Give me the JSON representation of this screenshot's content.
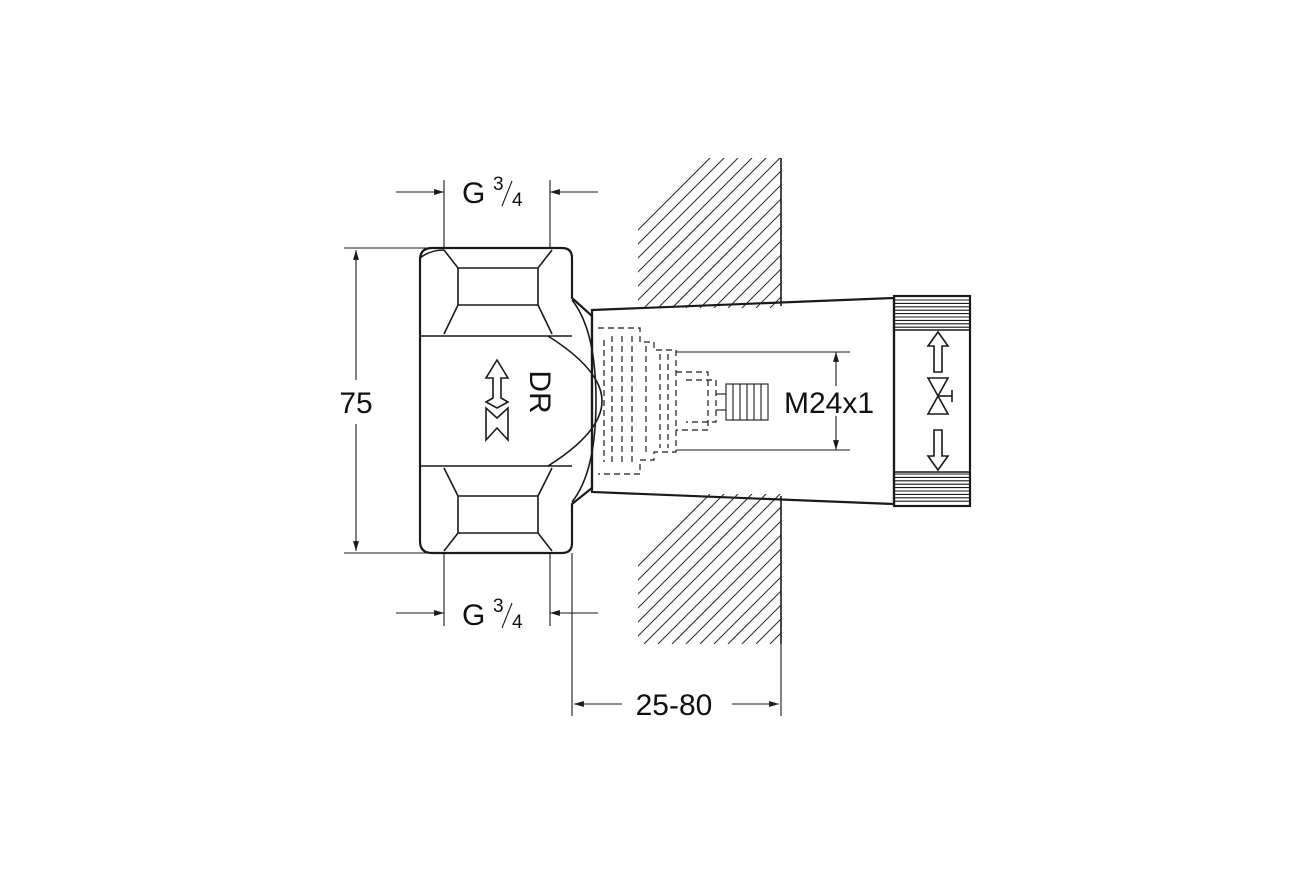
{
  "dimensions": {
    "top_thread": {
      "prefix": "G",
      "numerator": "3",
      "denominator": "4"
    },
    "bottom_thread": {
      "prefix": "G",
      "numerator": "3",
      "denominator": "4"
    },
    "height": "75",
    "wall_range": "25-80",
    "spindle_thread": "M24x1"
  },
  "body_marking": "DR",
  "colors": {
    "line": "#1a1a1a",
    "background": "#ffffff"
  },
  "icons": [
    "flow-arrow-icon",
    "valve-open-close-icon"
  ]
}
